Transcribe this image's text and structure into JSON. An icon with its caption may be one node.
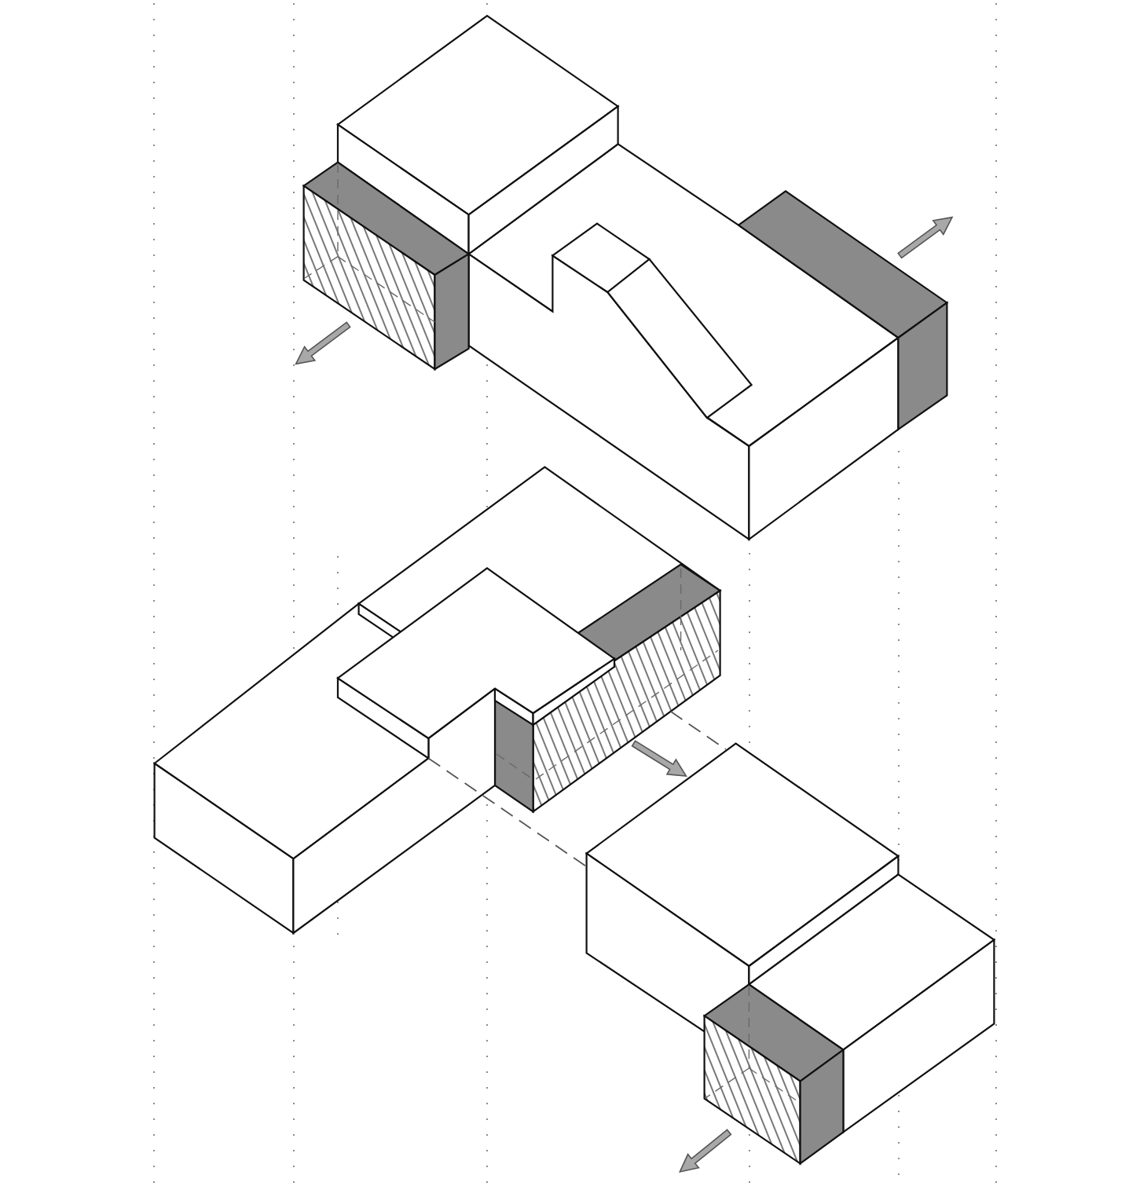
{
  "diagram": {
    "nodes": [
      {
        "text": [],
        "shape": "picture"
      },
      {
        "text": [],
        "shape": "picture"
      },
      {
        "text": [],
        "shape": "picture"
      }
    ],
    "edges": [
      {
        "from": 1,
        "to": 2,
        "arrow": "none",
        "style": "dashed"
      },
      {
        "from": 1,
        "to": 2,
        "arrow": "none",
        "style": "dashed"
      }
    ]
  }
}
